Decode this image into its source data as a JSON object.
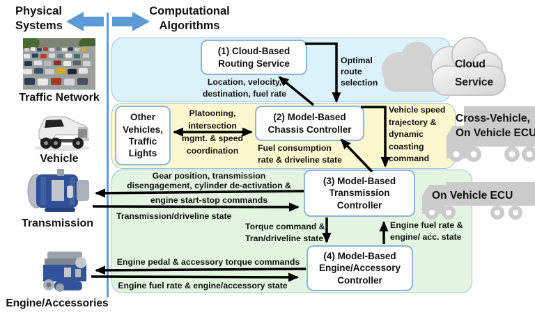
{
  "title_left": {
    "line1": "Physical",
    "line2": "Systems"
  },
  "title_right": {
    "line1": "Computational",
    "line2": "Algorithms"
  },
  "physical": {
    "traffic": "Traffic Network",
    "vehicle": "Vehicle",
    "transmission": "Transmission",
    "engine": "Engine/Accessories"
  },
  "boxes": {
    "cloud_routing": [
      "(1) Cloud-Based",
      "Routing Service"
    ],
    "chassis": [
      "(2) Model-Based",
      "Chassis Controller"
    ],
    "transmission_ctrl": [
      "(3) Model-Based",
      "Transmission",
      "Controller"
    ],
    "engine_ctrl": [
      "(4) Model-Based",
      "Engine/Accessory",
      "Controller"
    ],
    "other_vehicles": [
      "Other",
      "Vehicles,",
      "Traffic",
      "Lights"
    ]
  },
  "signals": {
    "location": [
      "Location, velocity,",
      "destination, fuel rate"
    ],
    "optimal_route": [
      "Optimal",
      "route",
      "selection"
    ],
    "platooning": [
      "Platooning,",
      "intersection",
      "mgmt. & speed",
      "coordination"
    ],
    "fuel_consumption": [
      "Fuel consumption",
      "rate & driveline state"
    ],
    "vehicle_speed": [
      "Vehicle speed",
      "trajectory &",
      "dynamic",
      "coasting",
      "command"
    ],
    "gear_position": [
      "Gear position, transmission",
      "disengagement, cylinder de-activation &",
      "engine start-stop commands"
    ],
    "transmission_state": "Transmission/driveline state",
    "torque_command": [
      "Torque command &",
      "Tran/driveline state"
    ],
    "engine_fuel_acc": [
      "Engine fuel rate &",
      "engine/ acc. state"
    ],
    "engine_pedal": "Engine pedal & accessory torque commands",
    "engine_fuel_state": "Engine fuel rate & engine/accessory state"
  },
  "environments": {
    "cloud_service": [
      "Cloud",
      "Service"
    ],
    "cross_vehicle": [
      "Cross-Vehicle,",
      "On Vehicle ECU"
    ],
    "on_vehicle": "On Vehicle ECU"
  },
  "colors": {
    "accent_blue": "#5B9BD5",
    "cloud_band": "#DCF2FA",
    "cross_vehicle_band": "#FBF8D0",
    "on_vehicle_band": "#E3F4E1",
    "box_border": "#8DB4D9",
    "silhouette_gray": "#CBCBCB",
    "arrow_black": "#000000"
  }
}
